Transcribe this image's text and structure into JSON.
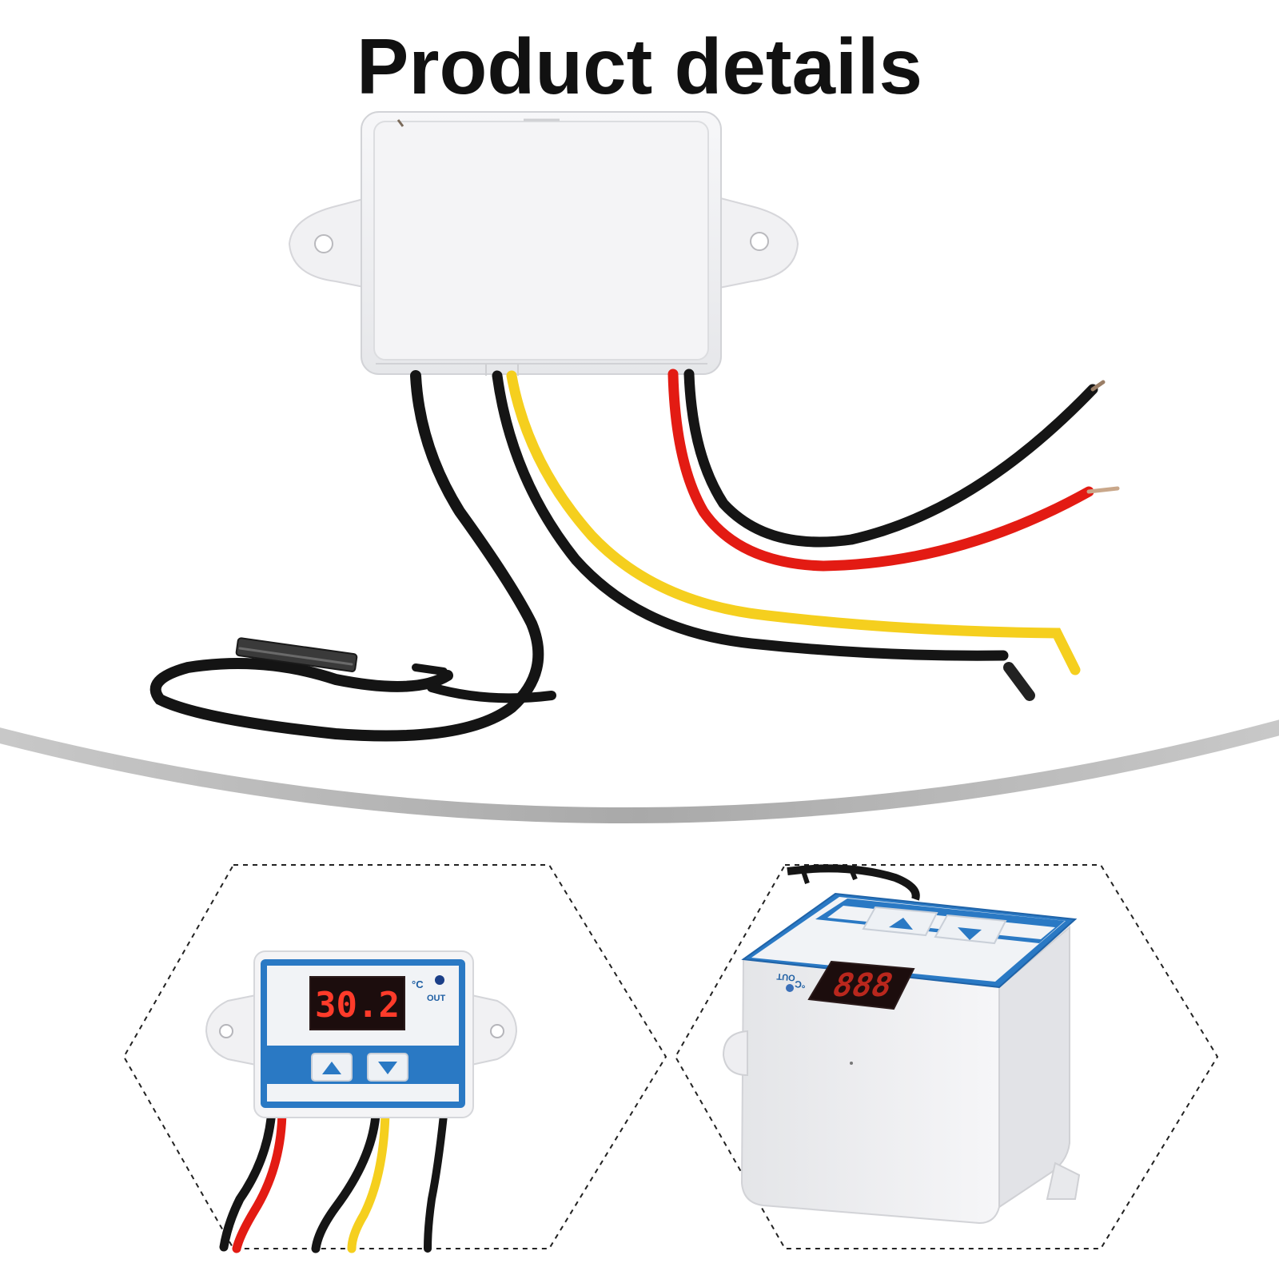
{
  "page": {
    "title": "Product details"
  },
  "front_display": {
    "reading": "30.2",
    "unit": "°C",
    "indicator": "OUT"
  },
  "angled_display": {
    "reading": "888",
    "unit": "°C",
    "indicator": "OUT"
  },
  "colors": {
    "background": "#ffffff",
    "title_text": "#111111",
    "housing": "#f2f2f4",
    "panel_blue": "#2a79c4",
    "display_red": "#ff3b2a",
    "wire_black": "#151515",
    "wire_red": "#e31b13",
    "wire_yellow": "#f5cf1e",
    "arc_gray": "#b8b8b8"
  },
  "icons": [
    "up-arrow-icon",
    "down-arrow-icon",
    "led-indicator-icon"
  ]
}
